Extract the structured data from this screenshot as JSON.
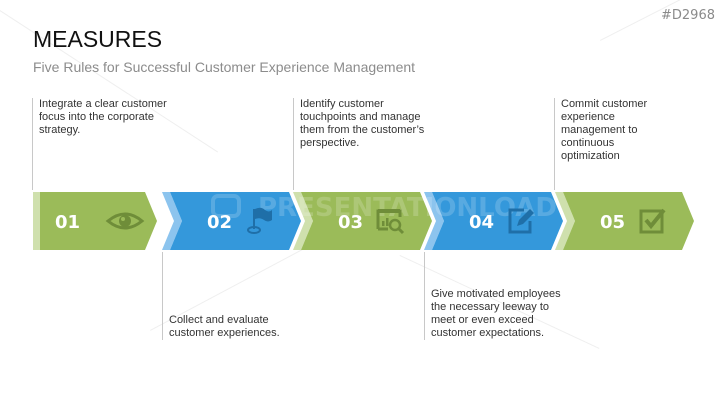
{
  "doc_id": "#D2968",
  "title": "MEASURES",
  "subtitle": "Five Rules for Successful Customer Experience Management",
  "watermark": "PRESENTATIONLOAD",
  "colors": {
    "green": "#9bbb59",
    "green_light": "#cfe0ad",
    "green_icon": "#6f8d39",
    "blue": "#3498db",
    "blue_light": "#8cc4ee",
    "blue_icon": "#1f6fa8"
  },
  "steps": [
    {
      "number": "01",
      "color": "green",
      "icon": "eye-icon",
      "text": "Integrate a clear customer focus into the corporate strategy.",
      "position": "top"
    },
    {
      "number": "02",
      "color": "blue",
      "icon": "flag-icon",
      "text": "Collect and evaluate customer experiences.",
      "position": "bottom"
    },
    {
      "number": "03",
      "color": "green",
      "icon": "chart-search-icon",
      "text": "Identify customer touchpoints and manage them from the customer’s perspective.",
      "position": "top"
    },
    {
      "number": "04",
      "color": "blue",
      "icon": "edit-icon",
      "text": "Give motivated employees the necessary leeway to meet or even exceed customer expectations.",
      "position": "bottom"
    },
    {
      "number": "05",
      "color": "green",
      "icon": "checkbox-icon",
      "text": "Commit customer experience management to continuous optimization",
      "position": "top"
    }
  ]
}
